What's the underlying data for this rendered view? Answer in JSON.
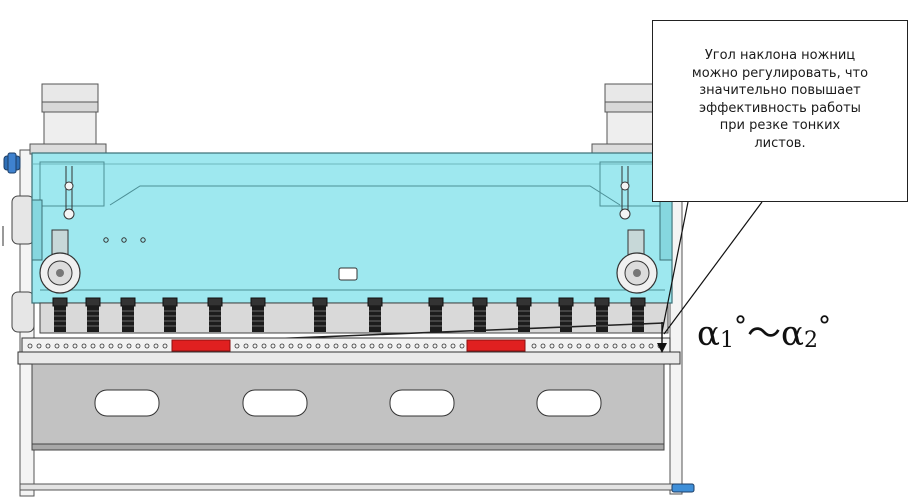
{
  "callout": {
    "lines": [
      "Угол наклона ножниц",
      "можно регулировать, что",
      "значительно повышает",
      "эффективность работы",
      "при резке тонких",
      "листов."
    ]
  },
  "angle": {
    "a1_letter": "α",
    "a1_sub": "1",
    "degree": "°",
    "tilde": "～",
    "a2_letter": "α",
    "a2_sub": "2"
  },
  "colors": {
    "hydraulic_tank": "#9ee8ef",
    "cutter_marks": "#e02020",
    "frame": "#b9b9b9",
    "cylinder_black": "#1c1c1c",
    "accent_blue": "#2f6fb6"
  }
}
